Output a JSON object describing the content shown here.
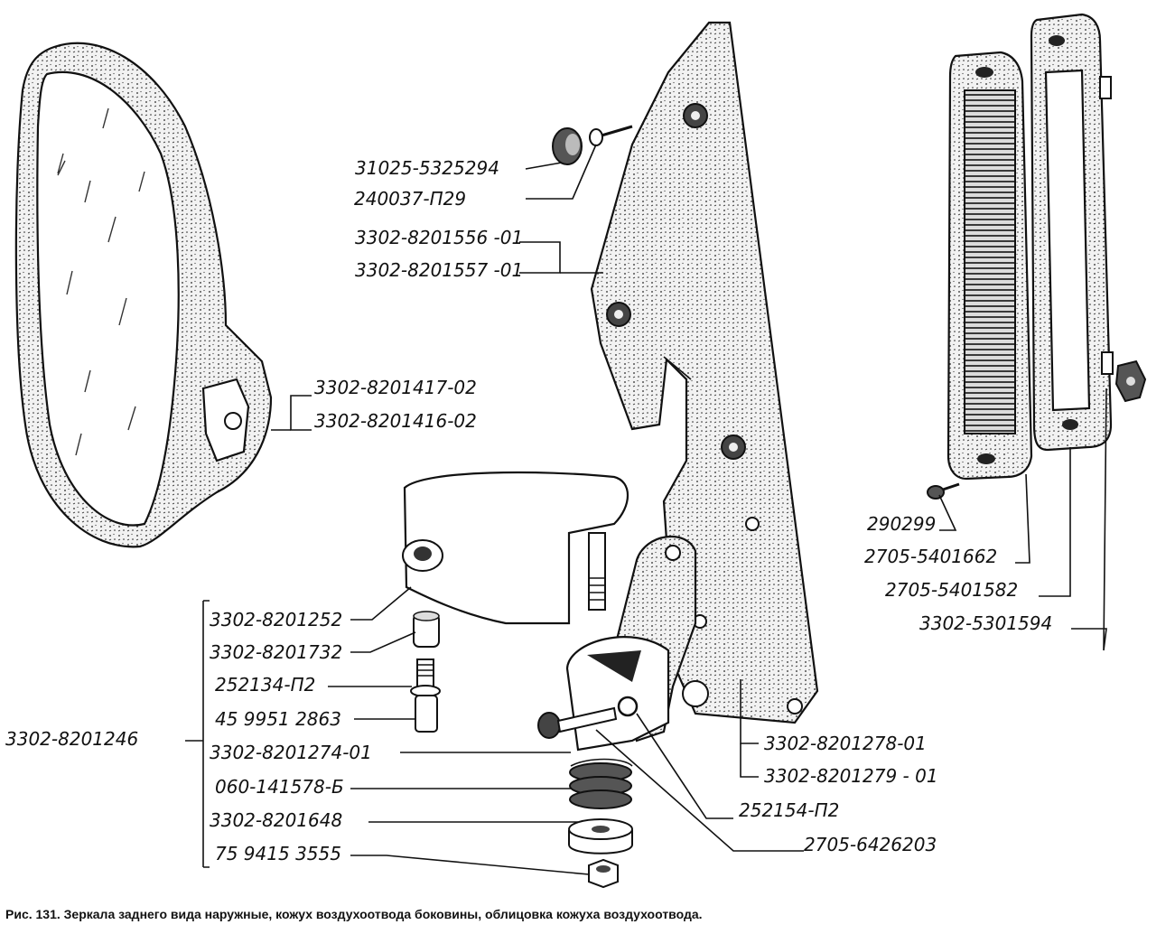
{
  "labels": {
    "cap_31025": "31025-5325294",
    "screw_240037": "240037-П29",
    "cover_1556": "3302-8201556 -01",
    "cover_1557": "3302-8201557 -01",
    "mirror_1417": "3302-8201417-02",
    "mirror_1416": "3302-8201416-02",
    "bracket_1252": "3302-8201252",
    "bushing_1732": "3302-8201732",
    "bolt_252134": "252134-П2",
    "washer_459951": "45 9951 2863",
    "group_1246": "3302-8201246",
    "arm_1274": "3302-8201274-01",
    "spring_060": "060-141578-Б",
    "washer_1648": "3302-8201648",
    "nut_759415": "75 9415 3555",
    "plate_1278": "3302-8201278-01",
    "plate_1279": "3302-8201279 - 01",
    "washer_252154": "252154-П2",
    "bolt_2705_6426": "2705-6426203",
    "screw_290299": "290299",
    "grille_1662": "2705-5401662",
    "frame_1582": "2705-5401582",
    "clip_1594": "3302-5301594"
  },
  "caption": "Рис. 131. Зеркала заднего вида наружные, кожух воздухоотвода боковины, облицовка кожуха воздухоотвода."
}
